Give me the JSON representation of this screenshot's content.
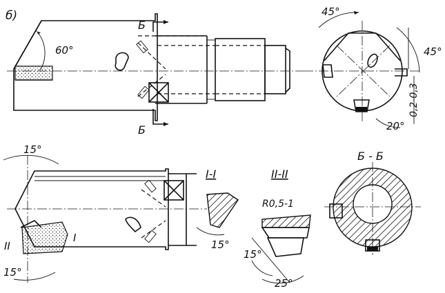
{
  "figure_label": "б)",
  "angles": {
    "tip_angle": "60°",
    "top_chamfer": "45°",
    "side_chamfer": "45°",
    "bottom_angle": "20°",
    "left_top": "15°",
    "left_bottom": "15°",
    "section1_angle": "15°",
    "section2_angle_left": "15°",
    "section2_angle_bottom": "25°"
  },
  "dimensions": {
    "gap_range": "0,2-0,3",
    "radius": "R0,5-1"
  },
  "section_markers": {
    "top_mark": "Б",
    "bottom_mark": "Б",
    "marker_I": "I",
    "marker_II": "II"
  },
  "section_titles": {
    "section_1": "I-I",
    "section_2": "II-II",
    "section_3": "Б - Б"
  }
}
